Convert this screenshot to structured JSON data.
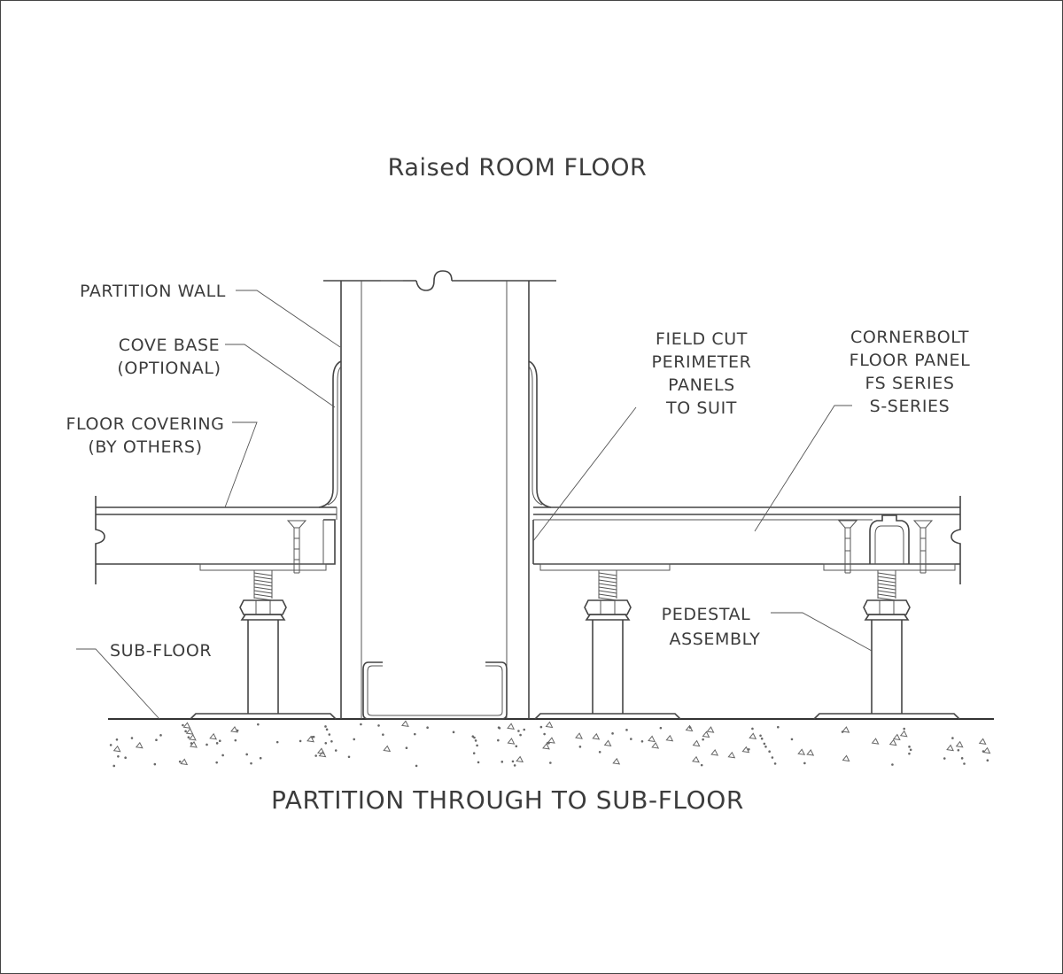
{
  "title": "Raised ROOM FLOOR",
  "caption": "PARTITION THROUGH TO SUB-FLOOR",
  "labels": {
    "partition_wall": "PARTITION WALL",
    "cove_base": [
      "COVE BASE",
      "(OPTIONAL)"
    ],
    "floor_covering": [
      "FLOOR COVERING",
      "(BY OTHERS)"
    ],
    "sub_floor": "SUB-FLOOR",
    "field_cut": [
      "FIELD CUT",
      "PERIMETER",
      "PANELS",
      "TO SUIT"
    ],
    "cornerbolt": [
      "CORNERBOLT",
      "FLOOR PANEL",
      "FS SERIES",
      "S-SERIES"
    ],
    "pedestal": [
      "PEDESTAL",
      "ASSEMBLY"
    ]
  },
  "colors": {
    "ink": "#3c3c3c",
    "line": "#444444"
  }
}
